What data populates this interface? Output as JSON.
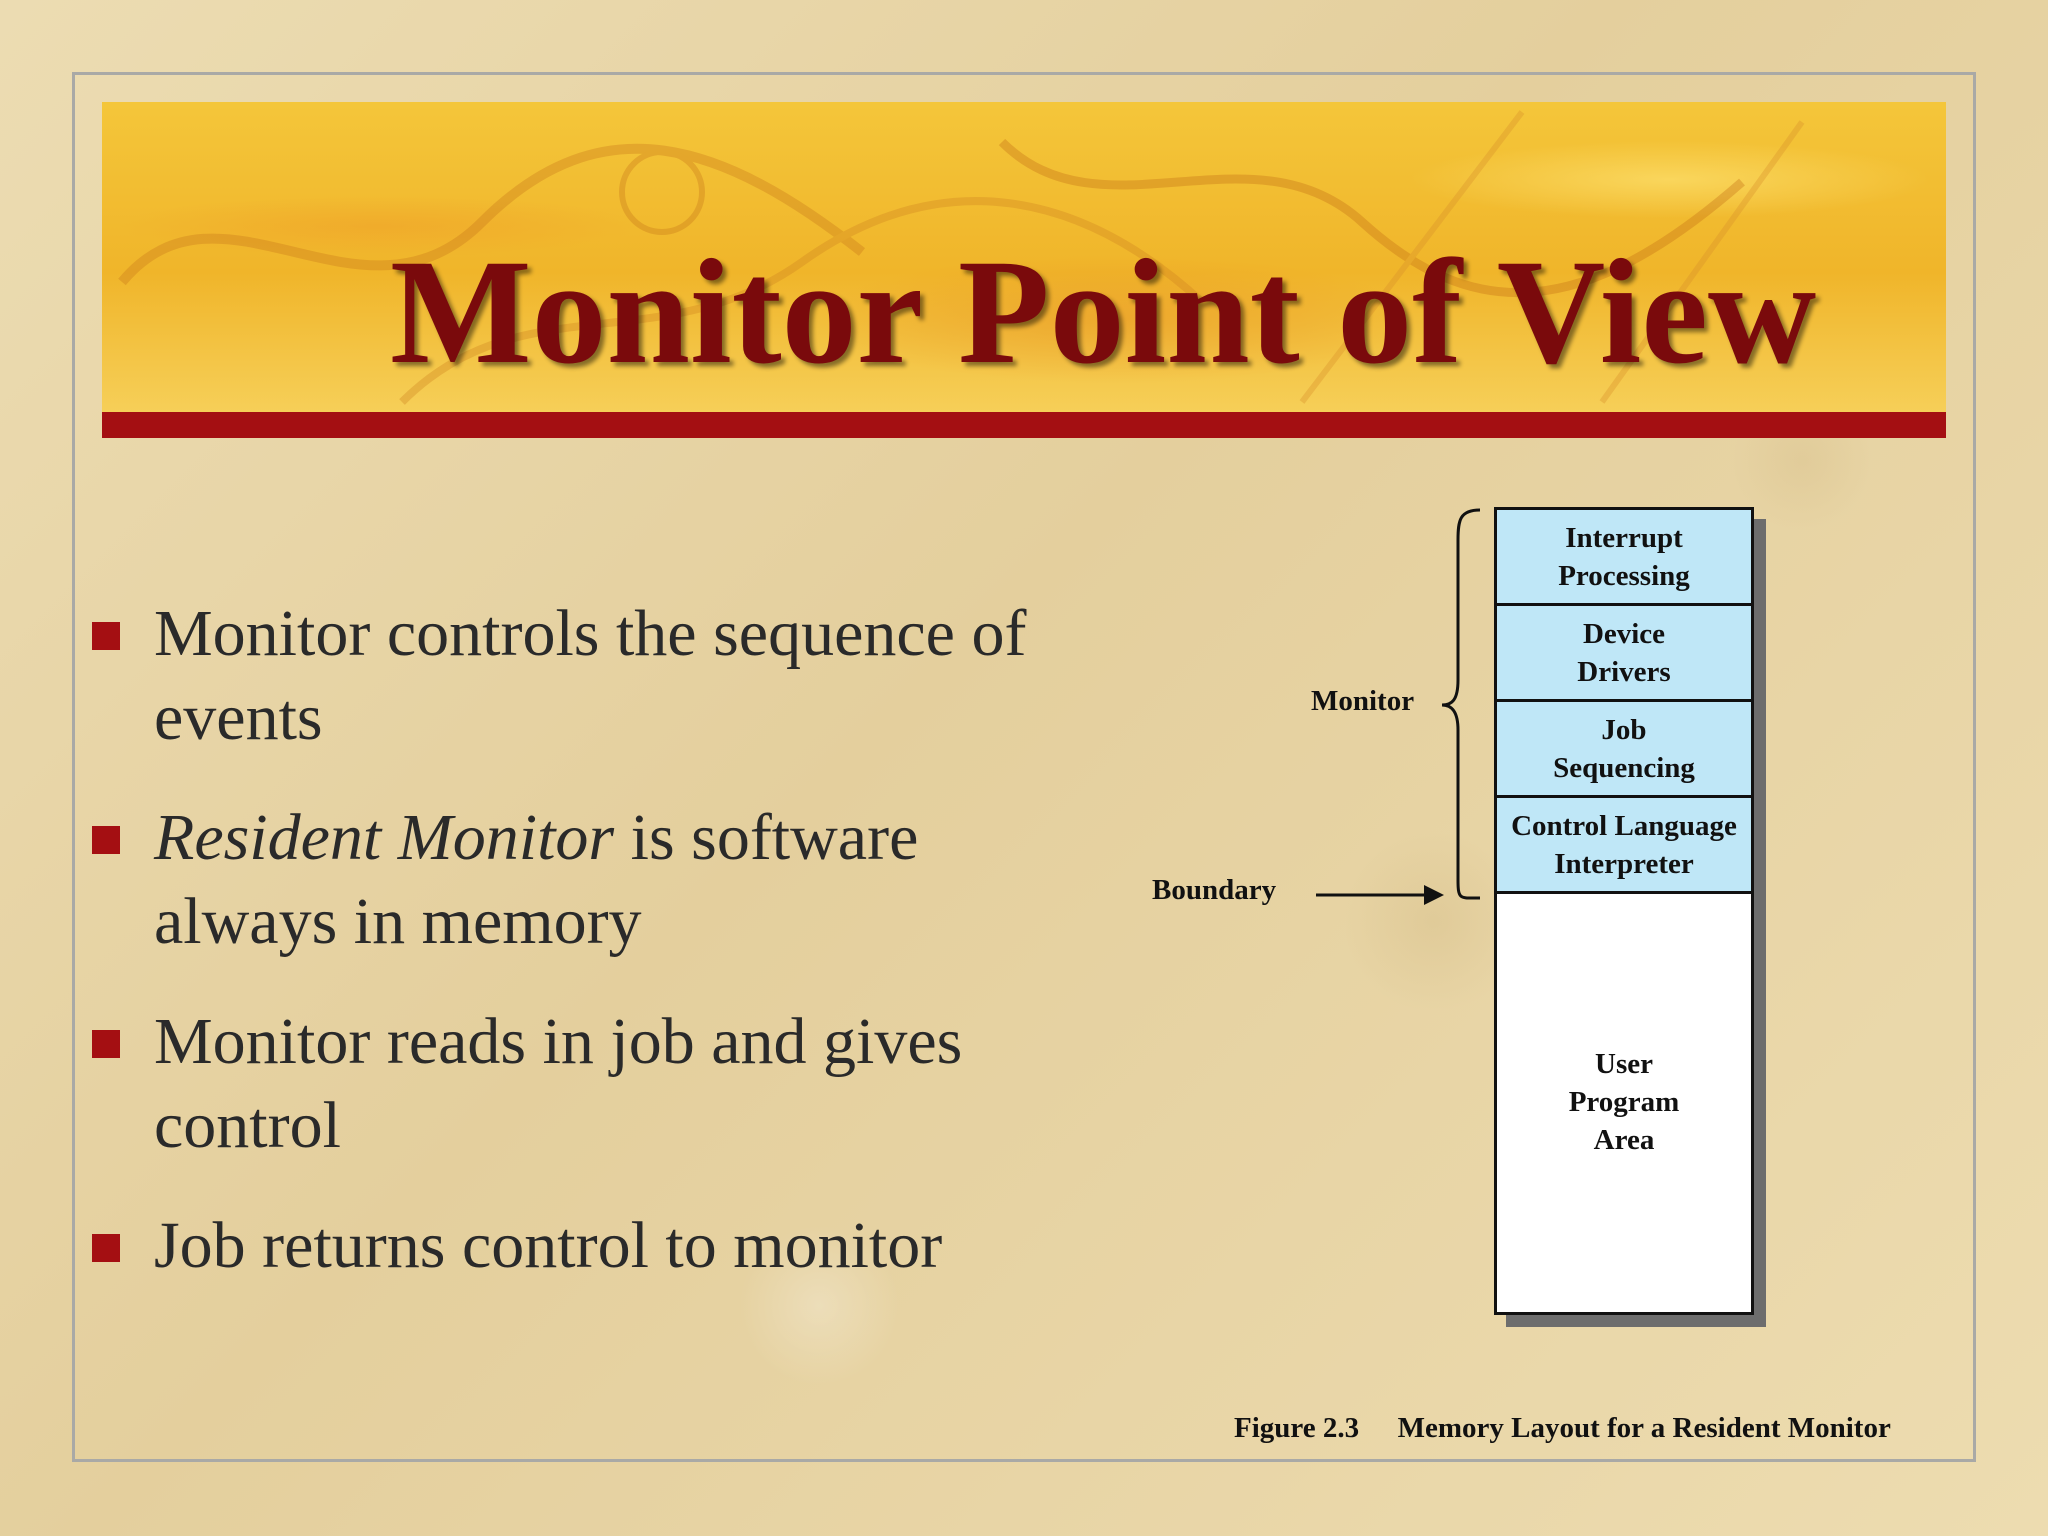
{
  "slide": {
    "title": "Monitor Point of View"
  },
  "bullets": [
    {
      "text": "Monitor controls the sequence of events"
    },
    {
      "italic": "Resident Monitor",
      "text": " is software always in memory"
    },
    {
      "text": "Monitor reads in job and gives control"
    },
    {
      "text": "Job returns control to monitor"
    }
  ],
  "figure": {
    "monitor_label": "Monitor",
    "boundary_label": "Boundary",
    "blocks": [
      {
        "line1": "Interrupt",
        "line2": "Processing"
      },
      {
        "line1": "Device",
        "line2": "Drivers"
      },
      {
        "line1": "Job",
        "line2": "Sequencing"
      },
      {
        "line1": "Control Language",
        "line2": "Interpreter"
      }
    ],
    "user_area": {
      "line1": "User",
      "line2": "Program",
      "line3": "Area"
    },
    "caption_number": "Figure 2.3",
    "caption_text": "Memory Layout for a Resident Monitor",
    "colors": {
      "block_fill": "#bfe7f7",
      "accent": "#a40f12",
      "title": "#7a0a0c"
    }
  }
}
